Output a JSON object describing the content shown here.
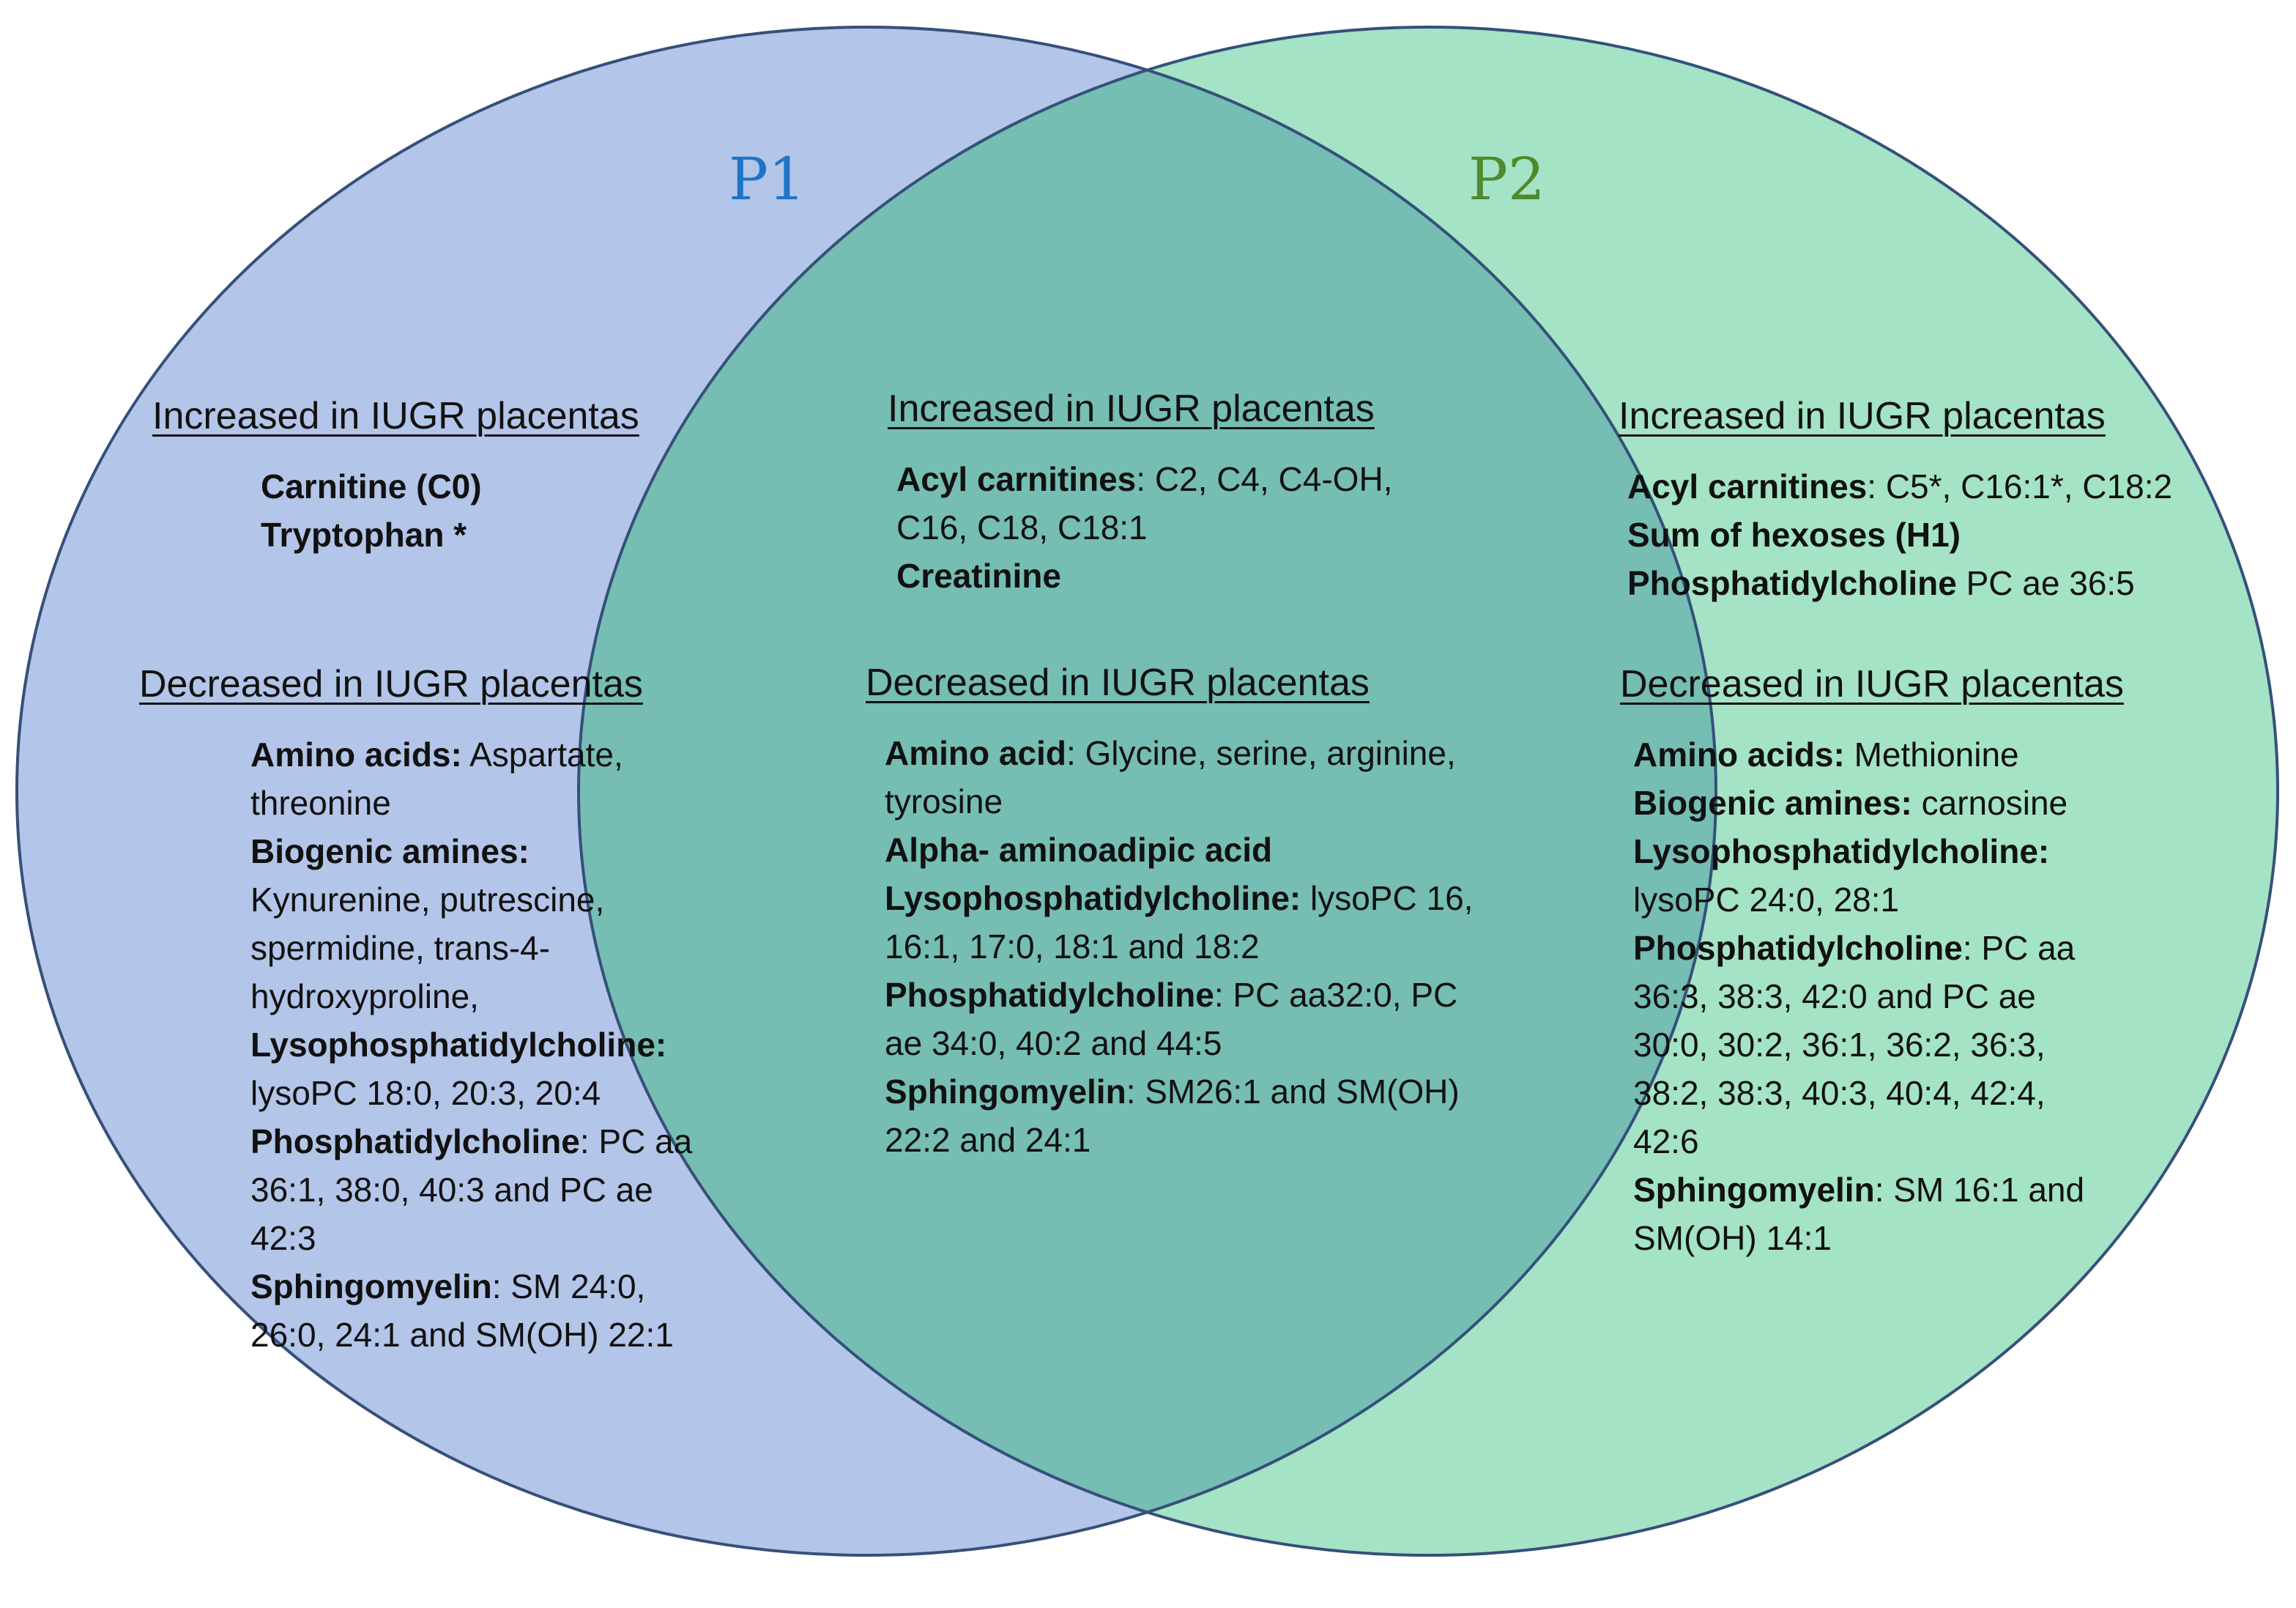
{
  "colors": {
    "p1_fill": "#b3c5e8",
    "p2_fill": "#a4e3c5",
    "overlap_fill": "#76bdb3",
    "stroke": "#35507a",
    "p1_label": "#1f74c6",
    "p2_label": "#4e8a2e"
  },
  "sets": {
    "p1": {
      "label": "P1"
    },
    "p2": {
      "label": "P2"
    }
  },
  "p1": {
    "increased_heading": "Increased in IUGR placentas",
    "increased": [
      {
        "bold": "Carnitine (C0)",
        "text": ""
      },
      {
        "bold": "Tryptophan *",
        "text": ""
      }
    ],
    "decreased_heading": "Decreased in IUGR placentas",
    "decreased": [
      {
        "bold": "Amino acids:",
        "text": " Aspartate, threonine"
      },
      {
        "bold": "Biogenic amines:",
        "text": " Kynurenine, putrescine, spermidine, trans-4-hydroxyproline,"
      },
      {
        "bold": "Lysophosphatidylcholine:",
        "text": " lysoPC 18:0, 20:3, 20:4"
      },
      {
        "bold": "Phosphatidylcholine",
        "text": ": PC aa 36:1, 38:0, 40:3 and PC ae 42:3"
      },
      {
        "bold": "Sphingomyelin",
        "text": ": SM 24:0, 26:0, 24:1 and SM(OH) 22:1"
      }
    ]
  },
  "shared": {
    "increased_heading": "Increased in IUGR placentas",
    "increased": [
      {
        "bold": "Acyl carnitines",
        "text": ": C2, C4, C4-OH, C16, C18, C18:1"
      },
      {
        "bold": "Creatinine",
        "text": ""
      }
    ],
    "decreased_heading": "Decreased in IUGR placentas",
    "decreased": [
      {
        "bold": "Amino acid",
        "text": ": Glycine, serine, arginine, tyrosine"
      },
      {
        "bold": "Alpha- aminoadipic acid",
        "text": ""
      },
      {
        "bold": "Lysophosphatidylcholine:",
        "text": " lysoPC 16, 16:1, 17:0, 18:1 and 18:2"
      },
      {
        "bold": "Phosphatidylcholine",
        "text": ": PC aa32:0, PC ae 34:0, 40:2 and 44:5"
      },
      {
        "bold": "Sphingomyelin",
        "text": ": SM26:1 and SM(OH) 22:2 and 24:1"
      }
    ]
  },
  "p2": {
    "increased_heading": "Increased in IUGR placentas",
    "increased": [
      {
        "bold": "Acyl carnitines",
        "text": ": C5*, C16:1*, C18:2"
      },
      {
        "bold": "Sum of hexoses (H1)",
        "text": ""
      },
      {
        "bold": "Phosphatidylcholine",
        "text": " PC ae 36:5"
      }
    ],
    "decreased_heading": "Decreased in IUGR placentas",
    "decreased": [
      {
        "bold": "Amino acids:",
        "text": " Methionine"
      },
      {
        "bold": "Biogenic amines:",
        "text": " carnosine"
      },
      {
        "bold": "Lysophosphatidylcholine:",
        "text": " lysoPC 24:0, 28:1"
      },
      {
        "bold": "Phosphatidylcholine",
        "text": ": PC aa 36:3, 38:3, 42:0 and PC ae 30:0, 30:2, 36:1, 36:2, 36:3, 38:2, 38:3, 40:3, 40:4, 42:4, 42:6"
      },
      {
        "bold": "Sphingomyelin",
        "text": ": SM 16:1 and SM(OH) 14:1"
      }
    ]
  }
}
